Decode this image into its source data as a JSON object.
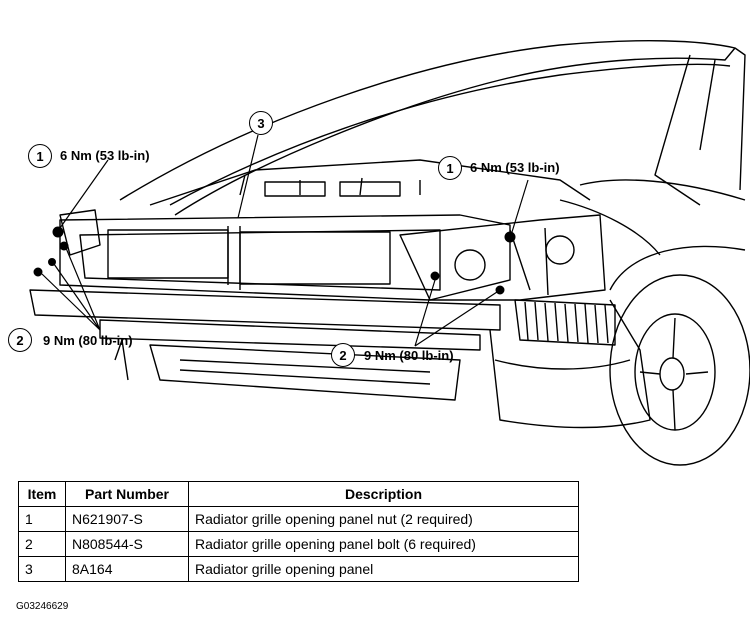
{
  "callouts": [
    {
      "number": "1",
      "text": "6 Nm (53 lb-in)"
    },
    {
      "number": "3",
      "text": ""
    },
    {
      "number": "1",
      "text": "6 Nm (53 lb-in)"
    },
    {
      "number": "2",
      "text": "9 Nm (80 lb-in)"
    },
    {
      "number": "2",
      "text": "9 Nm (80 lb-in)"
    }
  ],
  "table": {
    "headers": [
      "Item",
      "Part Number",
      "Description"
    ],
    "rows": [
      [
        "1",
        "N621907-S",
        "Radiator grille opening panel nut (2 required)"
      ],
      [
        "2",
        "N808544-S",
        "Radiator grille opening panel bolt (6 required)"
      ],
      [
        "3",
        "8A164",
        "Radiator grille opening panel"
      ]
    ]
  },
  "figure_id": "G03246629"
}
